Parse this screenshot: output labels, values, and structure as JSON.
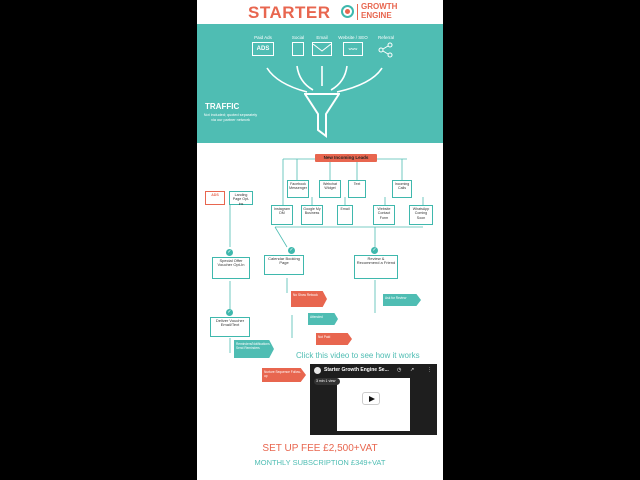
{
  "header": {
    "brand": "STARTER",
    "product_line1": "GROWTH",
    "product_line2": "ENGINE"
  },
  "traffic": {
    "sources": [
      {
        "label": "Paid Ads",
        "icon": "ads-icon"
      },
      {
        "label": "Social",
        "icon": "social-icon"
      },
      {
        "label": "Email",
        "icon": "email-icon"
      },
      {
        "label": "Website / SEO",
        "icon": "website-icon"
      },
      {
        "label": "Referral",
        "icon": "share-icon"
      }
    ],
    "title": "TRAFFIC",
    "note": "Not included; quoted separately via our partner network"
  },
  "flow": {
    "leads_header": "New Incoming Leads",
    "channels_row1": [
      "Facebook Messenger",
      "Webchat Widget",
      "Text",
      "Incoming Calls"
    ],
    "channels_row2": [
      "Instagram DM",
      "Google My Business",
      "Email",
      "Website Contact Form",
      "WhatsApp Coming Soon"
    ],
    "landing": "Landing Page Opt-ins",
    "special_offer": "Special Offer Voucher Opt-In",
    "calendar": "Calendar Booking Page",
    "review": "Review & Recommend a Friend",
    "deliver": "Deliver Voucher Email/Text",
    "tag_reminders": "Reminders/Notifications Send Reminders",
    "tag_nurture": "Nurture Sequence Follow-up",
    "tag_no_show": "No Show Rebook",
    "tag_attended": "Attended",
    "tag_not_paid": "Not Paid",
    "tag_review": "Ask for Review"
  },
  "cta_text": "Click this video to see how it works",
  "video": {
    "title": "Starter Growth Engine Se...",
    "pill": "3 min  1 view"
  },
  "pricing": {
    "setup": "SET UP FEE £2,500+VAT",
    "subscription": "MONTHLY SUBSCRIPTION £349+VAT"
  },
  "colors": {
    "teal": "#4fbdb3",
    "coral": "#e8664f"
  }
}
